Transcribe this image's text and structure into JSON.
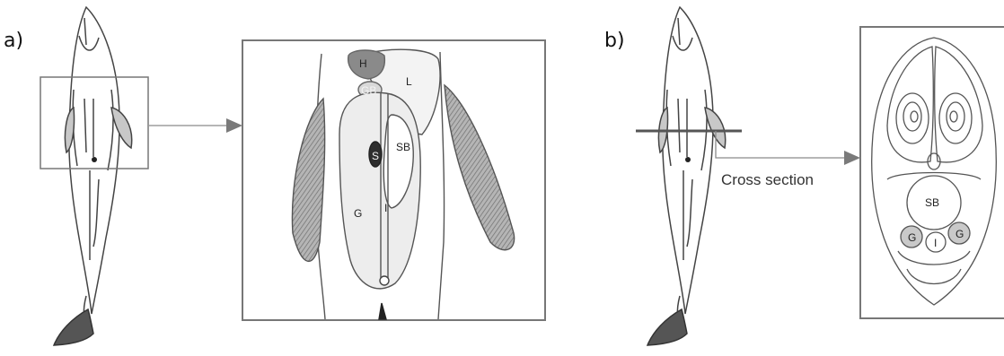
{
  "panel_a": {
    "label": "a)",
    "organs": {
      "heart": "H",
      "gall_bladder": "GB",
      "liver": "L",
      "stomach": "S",
      "swim_bladder": "SB",
      "gonad": "G",
      "intestine": "I"
    }
  },
  "panel_b": {
    "label": "b)",
    "cut_caption": "Cross section",
    "organs": {
      "swim_bladder": "SB",
      "gonad_left": "G",
      "intestine": "I",
      "gonad_right": "G"
    }
  },
  "colors": {
    "frame": "#777777",
    "arrow": "#7a7a7a",
    "ink": "#444444",
    "muscle_shade": "#9a9a9a",
    "heart_fill": "#8a8a8a",
    "stomach_fill": "#333333"
  }
}
